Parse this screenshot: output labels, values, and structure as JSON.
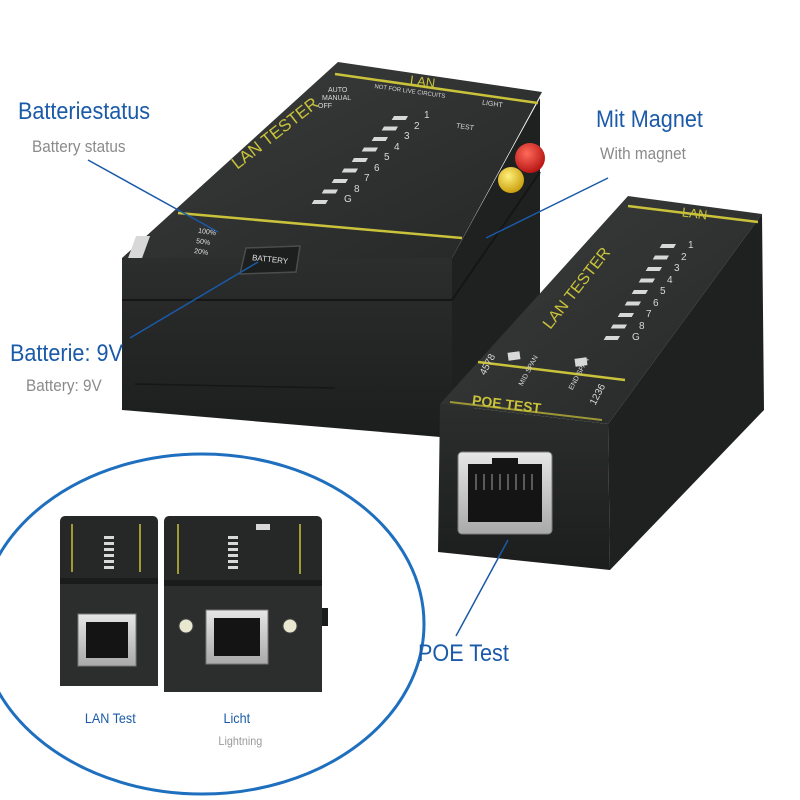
{
  "callouts": {
    "battery_status": {
      "de": "Batteriestatus",
      "en": "Battery status"
    },
    "magnet": {
      "de": "Mit Magnet",
      "en": "With magnet"
    },
    "battery_9v": {
      "de": "Batterie: 9V",
      "en": "Battery: 9V"
    },
    "poe_test": {
      "de": "POE Test"
    },
    "lan_test": {
      "de": "LAN Test"
    },
    "light": {
      "de": "Licht",
      "en": "Lightning"
    }
  },
  "main_unit": {
    "lan_label": "LAN",
    "warning": "NOT FOR LIVE CIRCUITS",
    "light_label": "LIGHT",
    "test_label": "TEST",
    "mode_auto": "AUTO",
    "mode_manual": "MANUAL",
    "mode_off": "OFF",
    "brand": "LAN TESTER",
    "led_labels": [
      "1",
      "2",
      "3",
      "4",
      "5",
      "6",
      "7",
      "8",
      "G"
    ],
    "battery_levels": [
      "100%",
      "50%",
      "20%"
    ],
    "battery_button": "BATTERY"
  },
  "remote_unit": {
    "lan_label": "LAN",
    "brand": "LAN TESTER",
    "led_labels": [
      "1",
      "2",
      "3",
      "4",
      "5",
      "6",
      "7",
      "8",
      "G"
    ],
    "mid_span_pins": "4578",
    "mid_span": "MID SPAN",
    "end_span": "END SPAN",
    "end_span_pins": "1236",
    "poe_label": "POE TEST"
  },
  "colors": {
    "callout_blue": "#1a5aa8",
    "callout_gray": "#8a8a8a",
    "device_yellow": "#c9c23a",
    "device_body": "#2a2c2b",
    "button_red": "#d81e1e",
    "button_yellow": "#e8c51a"
  }
}
